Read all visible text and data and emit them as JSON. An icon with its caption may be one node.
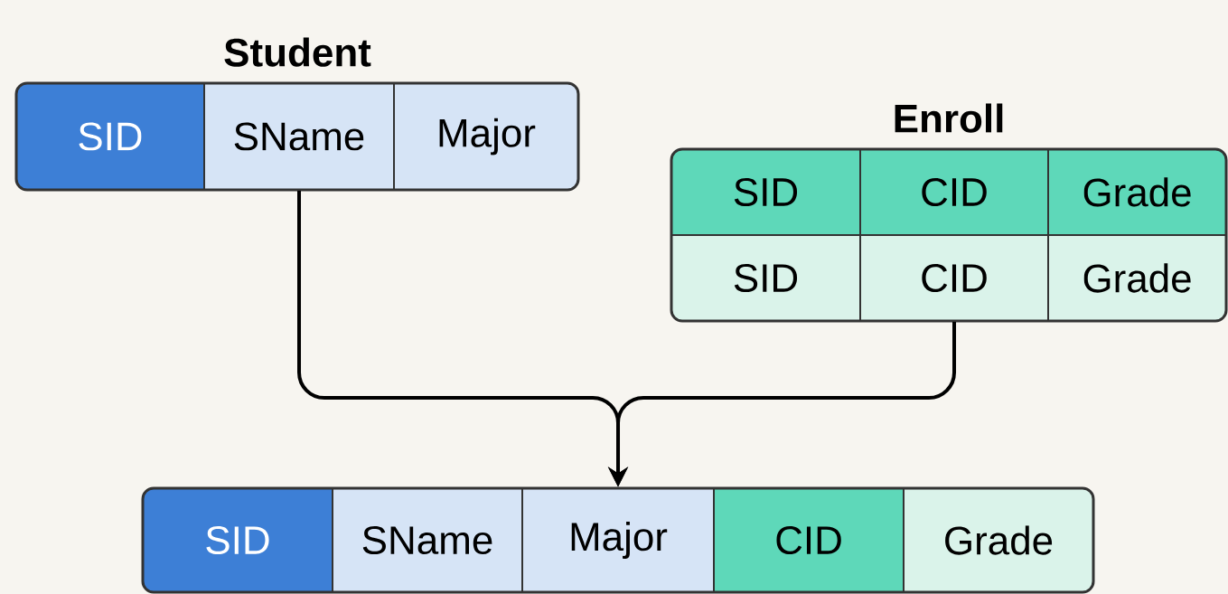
{
  "diagram": {
    "nodes": [
      {
        "text": [
          "Student"
        ]
      },
      {
        "text": [
          "SID"
        ],
        "in": 0
      },
      {
        "text": [
          "SName"
        ],
        "in": 0
      },
      {
        "text": [
          "Major"
        ],
        "in": 0
      },
      {
        "text": [
          "Enroll"
        ]
      },
      {
        "text": [
          "SID"
        ],
        "in": 4
      },
      {
        "text": [
          "CID"
        ],
        "in": 4
      },
      {
        "text": [
          "Grade"
        ],
        "in": 4
      },
      {
        "text": [
          "SID"
        ],
        "in": 4
      },
      {
        "text": [
          "CID"
        ],
        "in": 4
      },
      {
        "text": [
          "Grade"
        ],
        "in": 4
      },
      {
        "text": [],
        "shape": "box"
      },
      {
        "text": [
          "SID"
        ],
        "in": 11
      },
      {
        "text": [
          "SName"
        ],
        "in": 11
      },
      {
        "text": [
          "Major"
        ],
        "in": 11
      },
      {
        "text": [
          "CID"
        ],
        "in": 11
      },
      {
        "text": [
          "Grade"
        ],
        "in": 11
      }
    ],
    "edges": [
      {
        "from": 2,
        "to": 11,
        "arrow": "to"
      },
      {
        "from": 9,
        "to": 11,
        "arrow": "to"
      }
    ]
  }
}
